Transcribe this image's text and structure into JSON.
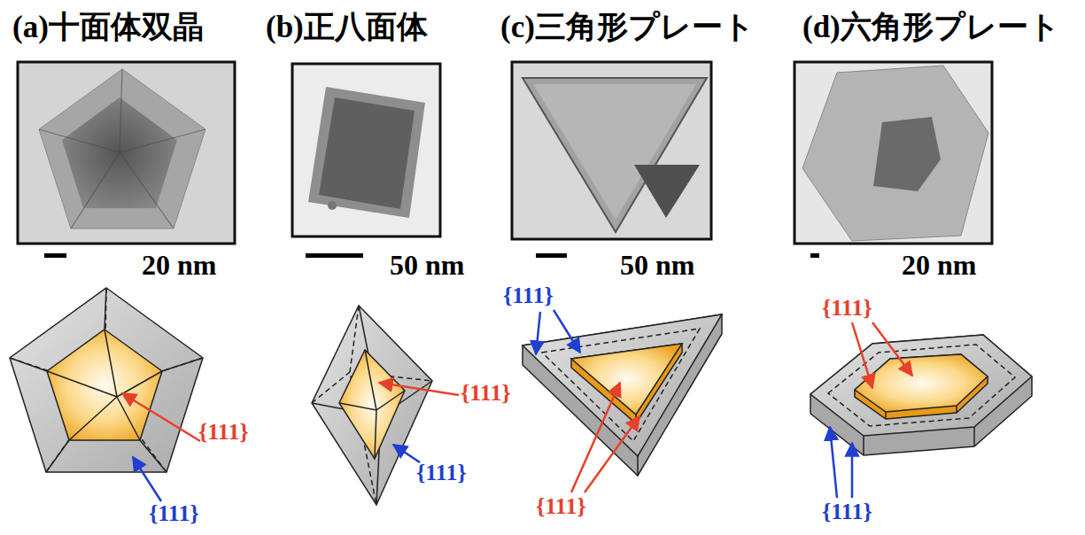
{
  "diagram": {
    "labels": [
      "(a)十面体双晶",
      "(b)正八面体",
      "(c)三角形プレート",
      "(d)六角形プレート",
      "20 nm",
      "50 nm",
      "50 nm",
      "20 nm",
      "{111}",
      "{111}",
      "{111}",
      "{111}",
      "{111}",
      "{111}",
      "{111}",
      "{111}"
    ]
  }
}
